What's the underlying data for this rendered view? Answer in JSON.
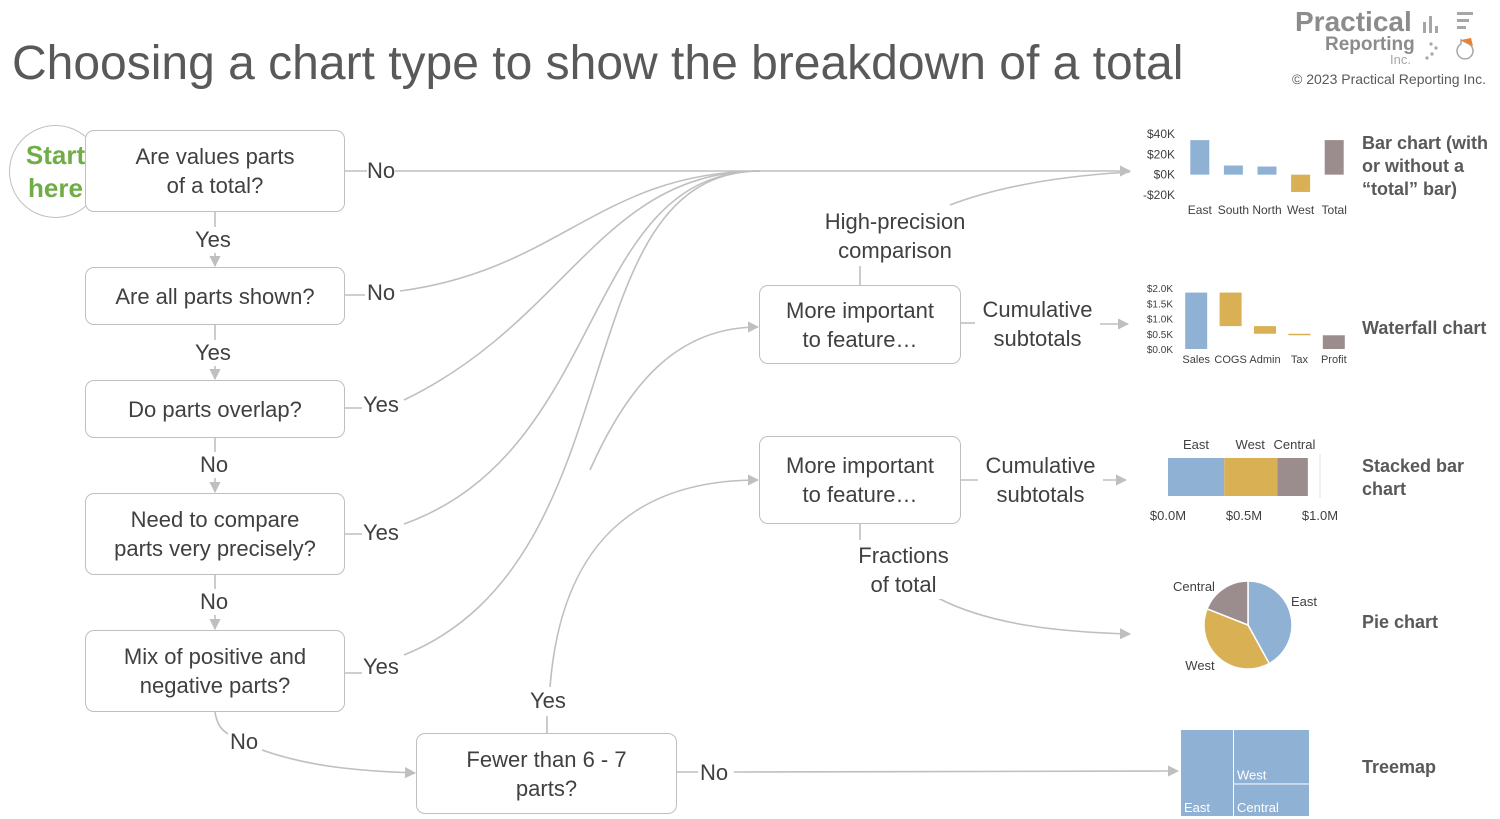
{
  "title": "Choosing a chart type to show the breakdown of a total",
  "logo": {
    "line1": "Practical",
    "line2": "Reporting",
    "line3": "Inc."
  },
  "copyright": "© 2023 Practical Reporting Inc.",
  "start": {
    "line1": "Start",
    "line2": "here"
  },
  "questions": {
    "q1": {
      "line1": "Are values parts",
      "line2": "of a total?"
    },
    "q2": {
      "line1": "Are all parts shown?"
    },
    "q3": {
      "line1": "Do parts overlap?"
    },
    "q4": {
      "line1": "Need to compare",
      "line2": "parts very precisely?"
    },
    "q5": {
      "line1": "Mix of positive and",
      "line2": "negative parts?"
    },
    "q6": {
      "line1": "Fewer than 6 - 7",
      "line2": "parts?"
    },
    "q7": {
      "line1": "More important",
      "line2": "to feature…"
    },
    "q8": {
      "line1": "More important",
      "line2": "to feature…"
    }
  },
  "labels": {
    "q1_no": "No",
    "q1_yes": "Yes",
    "q2_no": "No",
    "q2_yes": "Yes",
    "q3_yes": "Yes",
    "q3_no": "No",
    "q4_yes": "Yes",
    "q4_no": "No",
    "q5_yes": "Yes",
    "q5_no": "No",
    "q6_yes": "Yes",
    "q6_no": "No",
    "q7_precision": {
      "line1": "High-precision",
      "line2": "comparison"
    },
    "q7_cumulative": {
      "line1": "Cumulative",
      "line2": "subtotals"
    },
    "q8_cumulative": {
      "line1": "Cumulative",
      "line2": "subtotals"
    },
    "q8_fractions": {
      "line1": "Fractions",
      "line2": "of total"
    }
  },
  "chart_types": {
    "bar": {
      "line1": "Bar chart (with",
      "line2": "or without a",
      "line3": "“total” bar)"
    },
    "waterfall": {
      "line1": "Waterfall chart"
    },
    "stacked": {
      "line1": "Stacked bar",
      "line2": "chart"
    },
    "pie": {
      "line1": "Pie chart"
    },
    "treemap": {
      "line1": "Treemap"
    }
  },
  "colors": {
    "blue": "#8fb1d4",
    "gold": "#d9b154",
    "gray": "#9b8d8d",
    "line": "#bfbfbf",
    "green": "#70ad47"
  },
  "chart_data": [
    {
      "type": "bar",
      "categories": [
        "East",
        "South",
        "North",
        "West",
        "Total"
      ],
      "values": [
        34,
        9,
        8,
        -17,
        34
      ],
      "unit": "$K",
      "yticks": [
        "$40K",
        "$20K",
        "$0K",
        "-$20K"
      ],
      "ylim": [
        -20,
        40
      ],
      "colors": [
        "blue",
        "blue",
        "blue",
        "gold",
        "gray"
      ]
    },
    {
      "type": "bar",
      "subtype": "waterfall",
      "categories": [
        "Sales",
        "COGS",
        "Admin",
        "Tax",
        "Profit"
      ],
      "steps": [
        {
          "start": 0,
          "end": 1.85,
          "color": "blue"
        },
        {
          "start": 1.85,
          "end": 0.75,
          "color": "gold"
        },
        {
          "start": 0.75,
          "end": 0.5,
          "color": "gold"
        },
        {
          "start": 0.5,
          "end": 0.45,
          "color": "gold"
        },
        {
          "start": 0,
          "end": 0.45,
          "color": "gray"
        }
      ],
      "unit": "$K",
      "yticks": [
        "$2.0K",
        "$1.5K",
        "$1.0K",
        "$0.5K",
        "$0.0K"
      ],
      "ylim": [
        0,
        2.0
      ]
    },
    {
      "type": "bar",
      "subtype": "stacked-horizontal",
      "series": [
        {
          "name": "East",
          "value": 0.37
        },
        {
          "name": "West",
          "value": 0.35
        },
        {
          "name": "Central",
          "value": 0.2
        }
      ],
      "colors": [
        "blue",
        "gold",
        "gray"
      ],
      "xticks": [
        "$0.0M",
        "$0.5M",
        "$1.0M"
      ],
      "xlim": [
        0,
        1.0
      ]
    },
    {
      "type": "pie",
      "slices": [
        {
          "name": "East",
          "value": 0.42
        },
        {
          "name": "West",
          "value": 0.39
        },
        {
          "name": "Central",
          "value": 0.19
        }
      ],
      "colors": [
        "blue",
        "gold",
        "gray"
      ]
    },
    {
      "type": "heatmap",
      "subtype": "treemap",
      "cells": [
        {
          "name": "East",
          "value": 0.4
        },
        {
          "name": "West",
          "value": 0.38
        },
        {
          "name": "Central",
          "value": 0.22
        }
      ],
      "colors": [
        "blue",
        "blue",
        "blue"
      ]
    }
  ]
}
